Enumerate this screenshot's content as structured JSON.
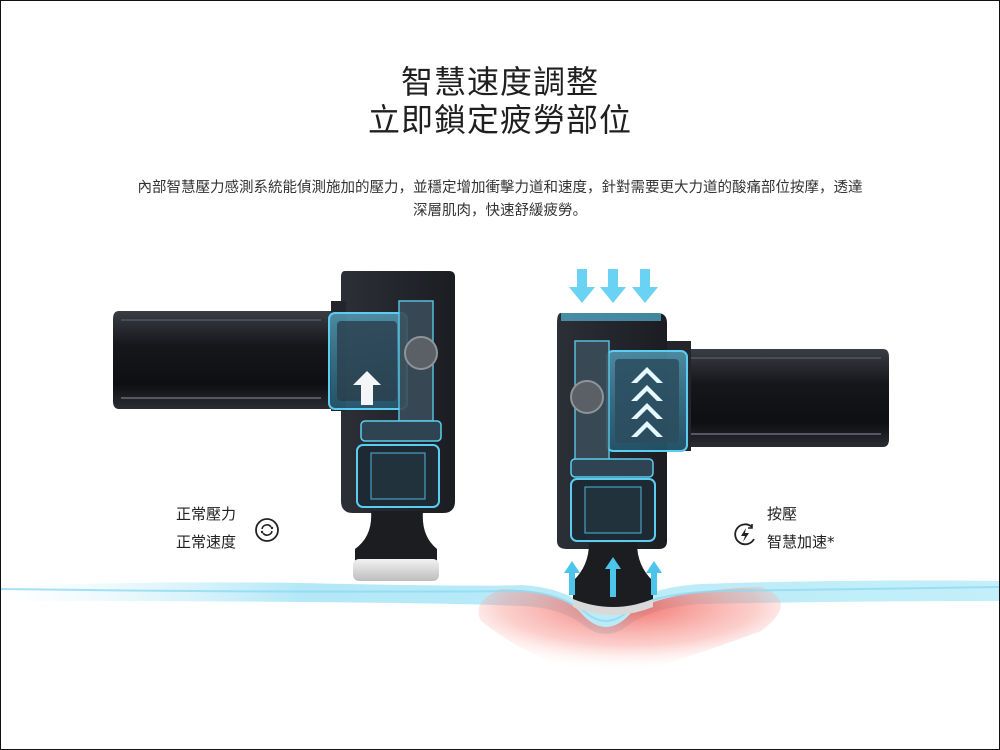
{
  "headline": {
    "line1": "智慧速度調整",
    "line2": "立即鎖定疲勞部位"
  },
  "description": {
    "line1": "內部智慧壓力感測系統能偵測施加的壓力，並穩定增加衝擊力道和速度，針對需要更大力道的酸痛部位按摩，透達",
    "line2": "深層肌肉，快速舒緩疲勞。"
  },
  "left_mode": {
    "line1": "正常壓力",
    "line2": "正常速度",
    "icon": "normal-speed-icon"
  },
  "right_mode": {
    "line1": "按壓",
    "line2": "智慧加速*",
    "icon": "smart-boost-icon"
  },
  "colors": {
    "accent_blue": "#5ccdf0",
    "device_dark": "#2a2c33",
    "muscle_red": "#f26a63"
  }
}
